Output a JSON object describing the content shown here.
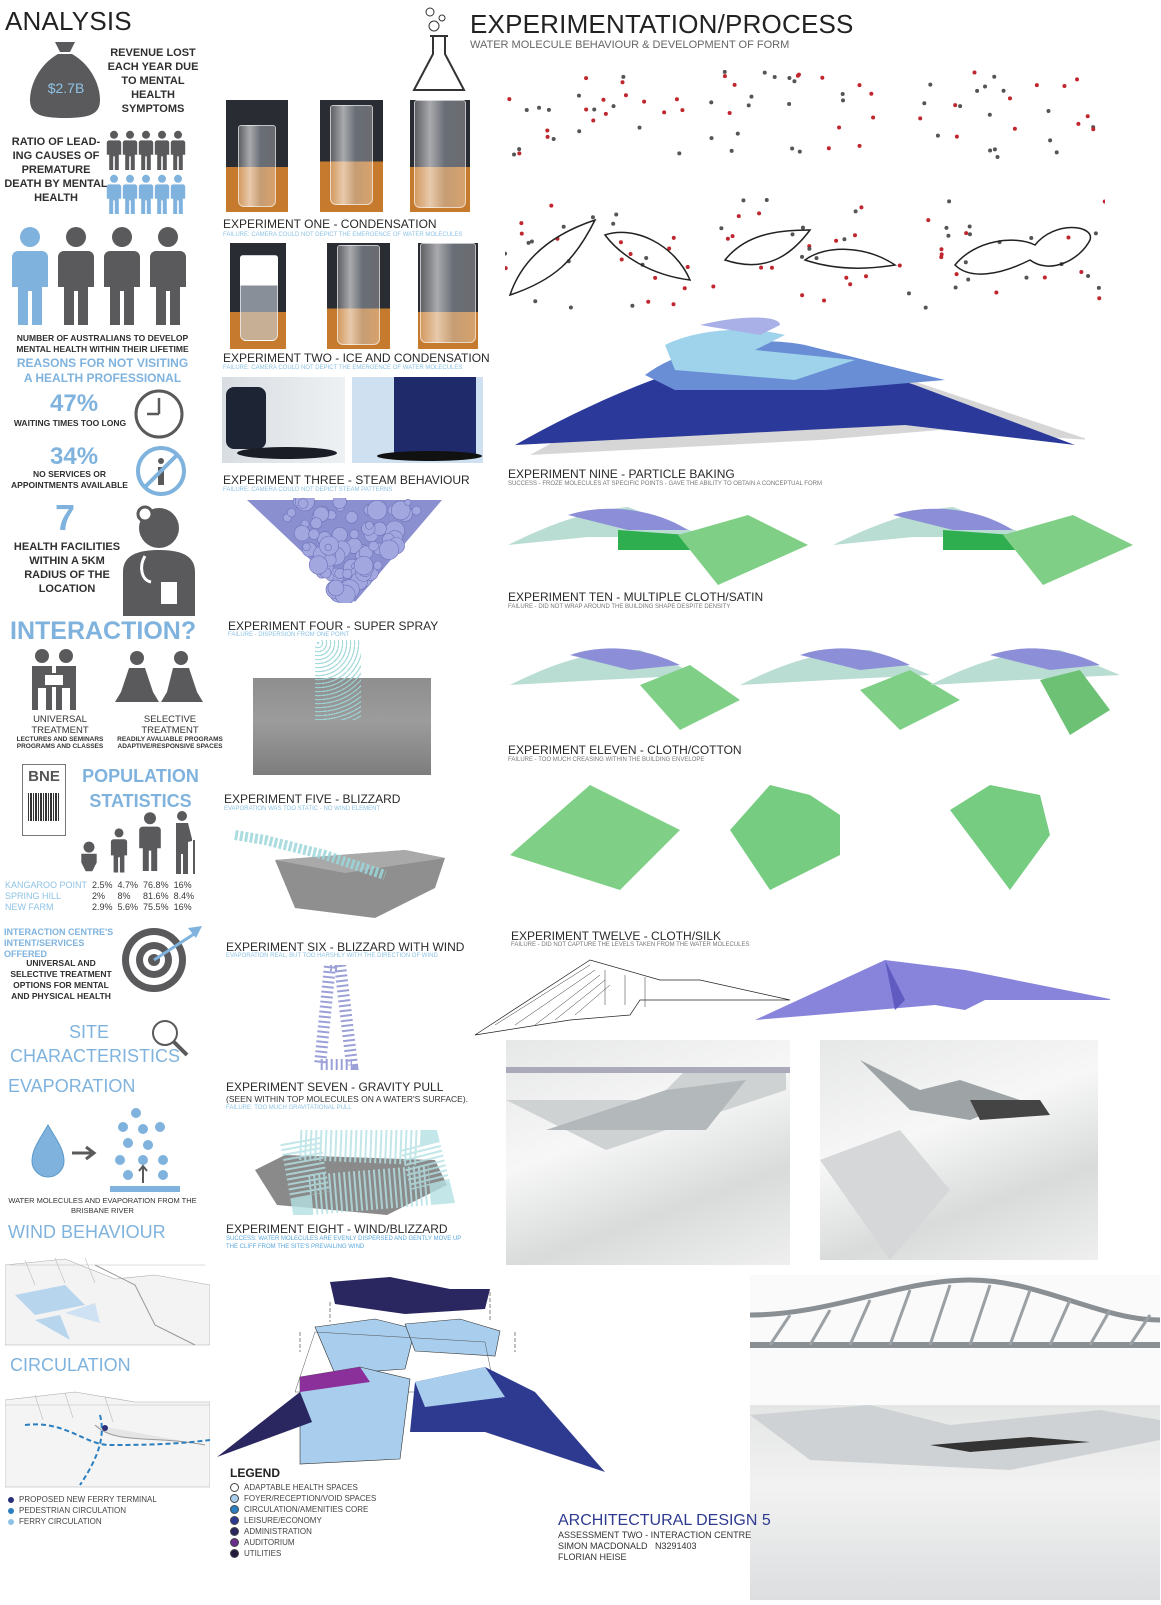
{
  "analysis": {
    "title": "ANALYSIS",
    "revenue": {
      "amount": "$2.7B",
      "text": "REVENUE LOST EACH YEAR DUE TO MENTAL HEALTH SYMPTOMS"
    },
    "ratio_text": "RATIO OF LEAD-ING CAUSES OF PREMATURE DEATH BY MENTAL HEALTH",
    "lifetime_text": "NUMBER OF AUSTRALIANS TO DEVELOP MENTAL HEALTH WITHIN THEIR LIFETIME",
    "reasons_title": "REASONS FOR NOT VISITING A HEALTH PROFESSIONAL",
    "waiting": {
      "pct": "47%",
      "text": "WAITING TIMES TOO LONG"
    },
    "services": {
      "pct": "34%",
      "text": "NO SERVICES OR APPOINTMENTS AVAILABLE"
    },
    "facilities": {
      "count": "7",
      "text": "HEALTH FACILITIES WITHIN A 5KM RADIUS OF THE LOCATION"
    }
  },
  "interaction": {
    "title": "INTERACTION?",
    "universal": {
      "title": "UNIVERSAL TREATMENT",
      "line1": "LECTURES AND SEMINARS",
      "line2": "PROGRAMS AND CLASSES"
    },
    "selective": {
      "title": "SELECTIVE TREATMENT",
      "line1": "READILY AVALIABLE PROGRAMS",
      "line2": "ADAPTIVE/RESPONSIVE SPACES"
    }
  },
  "population": {
    "badge": "BNE",
    "title": "POPULATION STATISTICS",
    "rows": [
      {
        "suburb": "KANGAROO POINT",
        "values": [
          "2.5%",
          "4.7%",
          "76.8%",
          "16%"
        ]
      },
      {
        "suburb": "SPRING HILL",
        "values": [
          "2%",
          "8%",
          "81.6%",
          "8.4%"
        ]
      },
      {
        "suburb": "NEW FARM",
        "values": [
          "2.9%",
          "5.6%",
          "75.5%",
          "16%"
        ]
      }
    ]
  },
  "intent": {
    "title": "INTERACTION CENTRE'S INTENT/SERVICES OFFERED",
    "text": "UNIVERSAL AND SELECTIVE TREATMENT OPTIONS FOR MENTAL AND PHYSICAL HEALTH"
  },
  "site": {
    "title": "SITE CHARACTERISTICS",
    "evaporation_title": "EVAPORATION",
    "evaporation_caption": "WATER MOLECULES AND EVAPORATION FROM THE BRISBANE RIVER",
    "wind_title": "WIND BEHAVIOUR",
    "circulation_title": "CIRCULATION",
    "legend": [
      {
        "label": "PROPOSED NEW FERRY TERMINAL",
        "color": "#2a2f7a"
      },
      {
        "label": "PEDESTRIAN CIRCULATION",
        "color": "#2b7fc0"
      },
      {
        "label": "FERRY CIRCULATION",
        "color": "#8ec3e6"
      }
    ]
  },
  "process": {
    "title": "EXPERIMENTATION/PROCESS",
    "subtitle": "WATER MOLECULE BEHAVIOUR & DEVELOPMENT OF FORM",
    "experiments": [
      {
        "title": "EXPERIMENT ONE - CONDENSATION",
        "note": "FAILURE: CAMERA COULD NOT DEPICT THE EMERGENCE OF WATER MOLECULES"
      },
      {
        "title": "EXPERIMENT TWO - ICE AND CONDENSATION",
        "note": "FAILURE: CAMERA COULD NOT DEPICT THE EMERGENCE OF WATER MOLECULES"
      },
      {
        "title": "EXPERIMENT THREE - STEAM BEHAVIOUR",
        "note": "FAILURE: CAMERA COULD NOT DEPICT STEAM PATTERNS"
      },
      {
        "title": "EXPERIMENT FOUR - SUPER SPRAY",
        "note": "FAILURE - DISPERSION FROM ONE POINT"
      },
      {
        "title": "EXPERIMENT FIVE -  BLIZZARD",
        "note": "EVAPORATION WAS TOO STATIC - NO WIND ELEMENT"
      },
      {
        "title": "EXPERIMENT SIX -  BLIZZARD WITH WIND",
        "note": "EVAPORATION REAL, BUT TOO HARSHLY WITH THE DIRECTION OF WIND"
      },
      {
        "title": "EXPERIMENT SEVEN -  GRAVITY PULL",
        "subtitle": "(SEEN WITHIN TOP MOLECULES ON A WATER'S SURFACE).",
        "note": "FAILURE: TOO MUCH GRAVITATIONAL PULL"
      },
      {
        "title": "EXPERIMENT EIGHT -  WIND/BLIZZARD",
        "note": "SUCCESS: WATER MOLECULES ARE EVENLY DISPERSED AND GENTLY MOVE UP",
        "note2": "THE CLIFF FROM THE SITE'S PREVAILING WIND"
      },
      {
        "title": "EXPERIMENT NINE - PARTICLE BAKING",
        "note": "SUCCESS - FROZE MOLECULES AT SPECIFIC POINTS - GAVE THE ABILITY TO OBTAIN A CONCEPTUAL FORM"
      },
      {
        "title": "EXPERIMENT TEN - MULTIPLE CLOTH/SATIN",
        "note": "FAILURE - DID NOT WRAP AROUND THE BUILDING SHAPE DESPITE DENSITY"
      },
      {
        "title": "EXPERIMENT ELEVEN - CLOTH/COTTON",
        "note": "FAILURE - TOO MUCH CREASING WITHIN THE BUILDING ENVELOPE"
      },
      {
        "title": "EXPERIMENT TWELVE - CLOTH/SILK",
        "note": "FAILURE - DID NOT CAPTURE THE LEVELS TAKEN FROM THE WATER MOLECULES"
      }
    ]
  },
  "legend": {
    "title": "LEGEND",
    "items": [
      {
        "label": "ADAPTABLE HEALTH SPACES",
        "color": "#ffffff"
      },
      {
        "label": "FOYER/RECEPTION/VOID SPACES",
        "color": "#a9cdec"
      },
      {
        "label": "CIRCULATION/AMENITIES CORE",
        "color": "#2b7fc0"
      },
      {
        "label": "LEISURE/ECONOMY",
        "color": "#2e3a8f"
      },
      {
        "label": "ADMINISTRATION",
        "color": "#2a2660"
      },
      {
        "label": "AUDITORIUM",
        "color": "#6a2e8c"
      },
      {
        "label": "UTILITIES",
        "color": "#231a3e"
      }
    ]
  },
  "credits": {
    "course": "ARCHITECTURAL DESIGN 5",
    "assessment": "ASSESSMENT TWO - INTERACTION CENTRE",
    "student": "SIMON MACDONALD   N3291403",
    "tutor": "FLORIAN HEISE"
  },
  "colors": {
    "dark_gray": "#58585a",
    "accent_blue": "#7fb3de",
    "form_navy": "#2e3a8f",
    "form_green": "#7fcf86"
  }
}
